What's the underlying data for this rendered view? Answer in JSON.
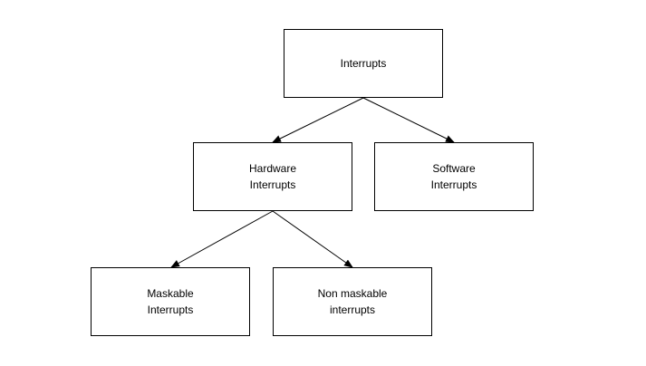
{
  "diagram": {
    "nodes": {
      "interrupts": {
        "lines": [
          "Interrupts"
        ]
      },
      "hardware": {
        "lines": [
          "Hardware",
          "Interrupts"
        ]
      },
      "software": {
        "lines": [
          "Software",
          "Interrupts"
        ]
      },
      "maskable": {
        "lines": [
          "Maskable",
          "Interrupts"
        ]
      },
      "non_maskable": {
        "lines": [
          "Non maskable",
          "interrupts"
        ]
      }
    },
    "edges": [
      {
        "from": "interrupts",
        "to": "hardware"
      },
      {
        "from": "interrupts",
        "to": "software"
      },
      {
        "from": "hardware",
        "to": "maskable"
      },
      {
        "from": "hardware",
        "to": "non_maskable"
      }
    ],
    "colors": {
      "stroke": "#000000",
      "fill": "#ffffff",
      "text": "#000000"
    }
  }
}
